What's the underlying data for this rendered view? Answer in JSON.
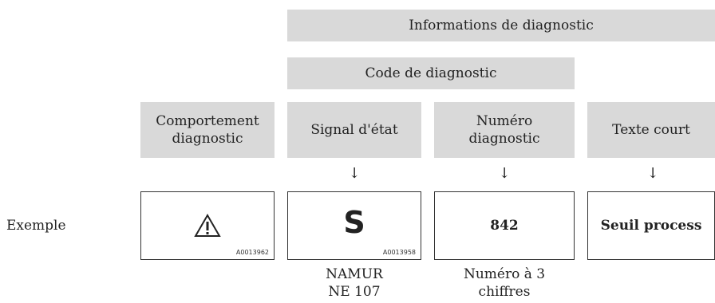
{
  "header": {
    "informations": "Informations de diagnostic",
    "code": "Code de diagnostic"
  },
  "columns": {
    "comportement": "Comportement diagnostic",
    "signal": "Signal d'état",
    "numero": "Numéro diagnostic",
    "texte": "Texte court"
  },
  "arrow_glyph": "↓",
  "example": {
    "label": "Exemple",
    "warning_code": "A0013962",
    "signal_letter": "S",
    "signal_code": "A0013958",
    "number": "842",
    "short_text": "Seuil process"
  },
  "notes": {
    "signal": "NAMUR NE 107",
    "numero": "Numéro à 3 chiffres"
  }
}
